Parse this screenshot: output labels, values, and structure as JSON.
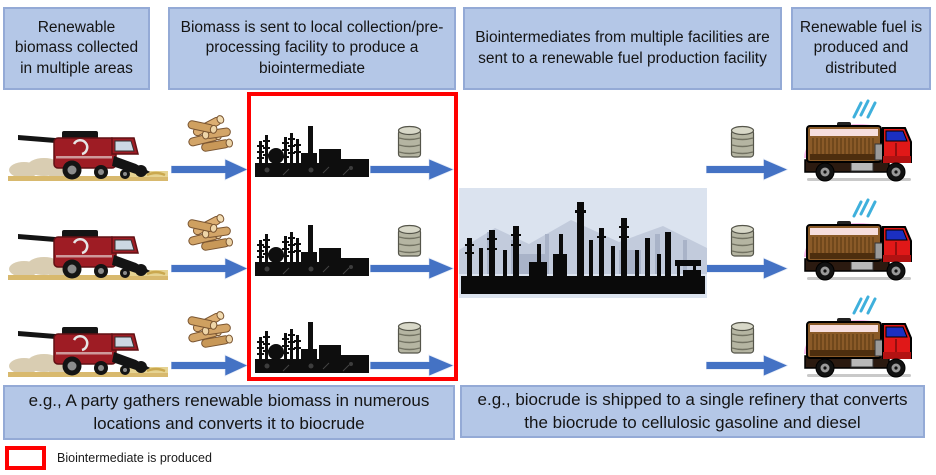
{
  "headers": [
    "Renewable biomass collected in multiple areas",
    "Biomass is sent to local collection/pre-processing facility to produce a biointermediate",
    "Biointermediates from multiple facilities are sent to a renewable fuel production facility",
    "Renewable fuel is produced and distributed"
  ],
  "captions": {
    "left": "e.g., A party gathers renewable biomass in numerous locations and converts it to biocrude",
    "right": "e.g., biocrude is shipped to a single refinery that converts the biocrude to cellulosic gasoline and diesel"
  },
  "legend": {
    "label": "Biointermediate is produced",
    "swatch_color": "#ff0000"
  },
  "flow": {
    "rows": 3,
    "sequence": [
      "combine-harvester-icon",
      "wood-feedstock-icon",
      "flow-arrow-icon",
      "processing-facility-icon",
      "biointermediate-barrel-icon",
      "flow-arrow-icon",
      "refinery-icon",
      "biointermediate-barrel-icon",
      "flow-arrow-icon",
      "fuel-tanker-truck-icon"
    ],
    "highlighted_stage": "processing-facility"
  },
  "icons": {
    "combine-harvester-icon": "svg-shape",
    "wood-feedstock-icon": "svg-shape",
    "flow-arrow-icon": "svg-shape",
    "processing-facility-icon": "svg-shape",
    "biointermediate-barrel-icon": "svg-shape",
    "refinery-icon": "svg-shape",
    "fuel-tanker-truck-icon": "svg-shape"
  },
  "colors": {
    "panel_fill": "#b4c7e7",
    "panel_border": "#94aad6",
    "arrow_blue": "#4472c4",
    "highlight_red": "#ff0000",
    "refinery_bg": "#dbe3ef"
  }
}
